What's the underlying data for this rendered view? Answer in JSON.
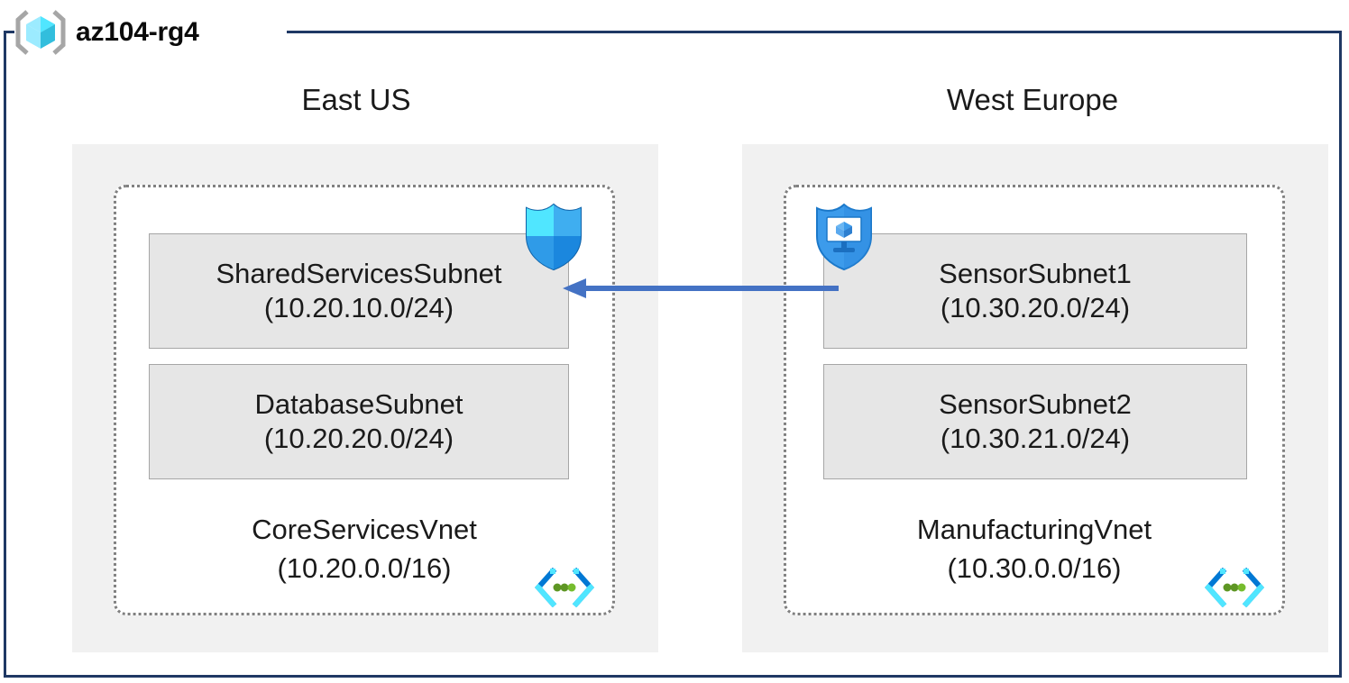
{
  "resource_group": {
    "name": "az104-rg4",
    "icon": "resource-group-cube-icon"
  },
  "regions": [
    {
      "id": "eastus",
      "label": "East US",
      "vnet": {
        "name": "CoreServicesVnet",
        "cidr": "(10.20.0.0/16)",
        "icon": "virtual-network-icon",
        "subnets": [
          {
            "name": "SharedServicesSubnet",
            "cidr": "(10.20.10.0/24)",
            "attached_icon": "network-security-group-shield-icon"
          },
          {
            "name": "DatabaseSubnet",
            "cidr": "(10.20.20.0/24)",
            "attached_icon": null
          }
        ]
      }
    },
    {
      "id": "westeurope",
      "label": "West Europe",
      "vnet": {
        "name": "ManufacturingVnet",
        "cidr": "(10.30.0.0/16)",
        "icon": "virtual-network-icon",
        "subnets": [
          {
            "name": "SensorSubnet1",
            "cidr": "(10.30.20.0/24)",
            "attached_icon": "application-security-group-shield-monitor-icon"
          },
          {
            "name": "SensorSubnet2",
            "cidr": "(10.30.21.0/24)",
            "attached_icon": null
          }
        ]
      }
    }
  ],
  "connection": {
    "name": "vnet-peering-arrow",
    "direction": "right-to-left",
    "from": "SensorSubnet1",
    "to": "SharedServicesSubnet",
    "color": "#4472C4"
  },
  "colors": {
    "frame_border": "#1F3864",
    "region_background": "#f1f1f1",
    "vnet_border": "#808080",
    "subnet_background": "#e6e6e6",
    "subnet_border": "#a6a6a6",
    "arrow": "#4472C4",
    "azure_blue": "#0078D4",
    "cyan": "#50E6FF"
  }
}
